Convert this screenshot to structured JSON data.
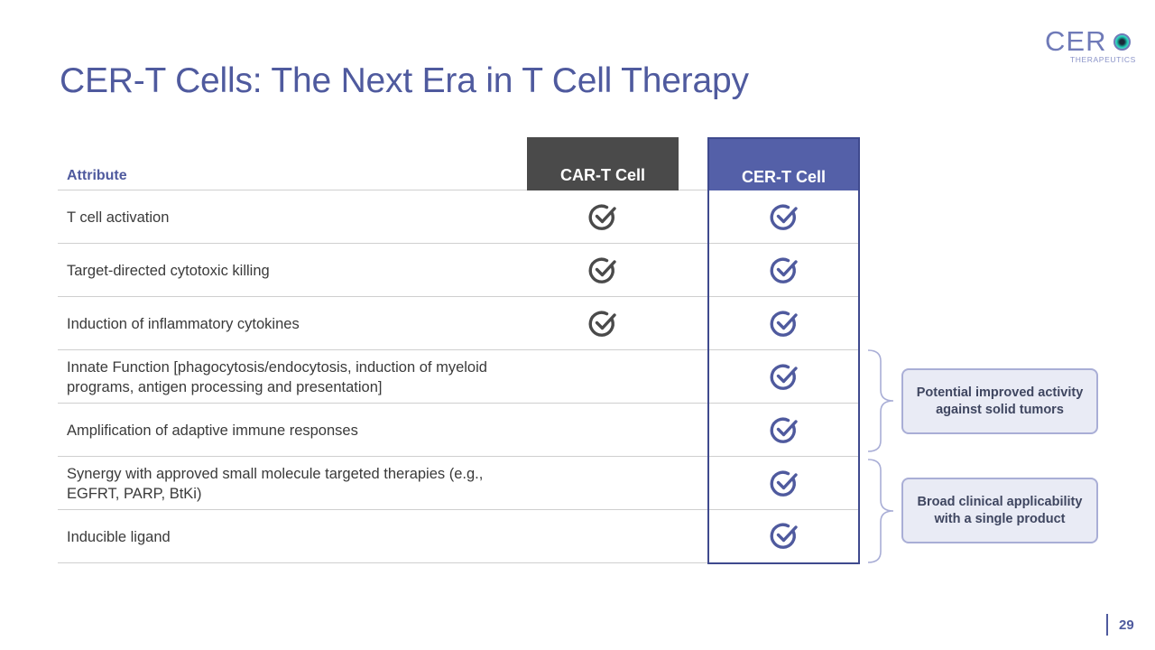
{
  "slide": {
    "title": "CER-T Cells: The Next Era in T Cell Therapy",
    "page_number": "29"
  },
  "logo": {
    "text": "CER",
    "subtext": "THERAPEUTICS"
  },
  "table": {
    "headers": {
      "attribute": "Attribute",
      "cart": "CAR-T Cell",
      "cert": "CER-T Cell"
    },
    "rows": [
      {
        "label": "T cell activation",
        "cart": true,
        "cert": true
      },
      {
        "label": "Target-directed cytotoxic killing",
        "cart": true,
        "cert": true
      },
      {
        "label": "Induction of inflammatory cytokines",
        "cart": true,
        "cert": true
      },
      {
        "label": "Innate Function [phagocytosis/endocytosis, induction of myeloid programs, antigen processing and presentation]",
        "cart": false,
        "cert": true
      },
      {
        "label": "Amplification of adaptive immune responses",
        "cart": false,
        "cert": true
      },
      {
        "label": "Synergy with approved small molecule targeted therapies (e.g., EGFRT, PARP, BtKi)",
        "cart": false,
        "cert": true
      },
      {
        "label": "Inducible ligand",
        "cart": false,
        "cert": true
      }
    ]
  },
  "callouts": [
    {
      "text": "Potential improved activity against solid tumors"
    },
    {
      "text": "Broad clinical applicability with a single product"
    }
  ],
  "icons": {
    "check": "check-circle-icon"
  },
  "colors": {
    "brand": "#4f5a9e",
    "cart_header": "#4a4a4a",
    "cert_header": "#5460a8",
    "cart_check": "#4a4a4a",
    "cert_check": "#4f5a9e"
  }
}
